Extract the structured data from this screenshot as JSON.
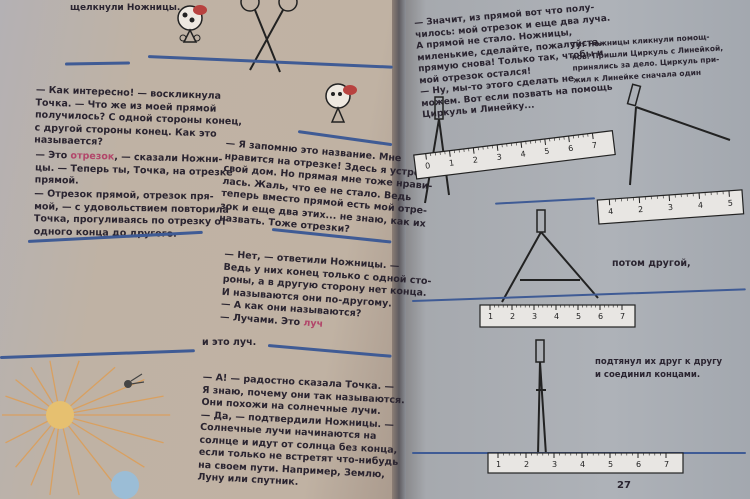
{
  "left_page": {
    "top_caption": "щелкнули Ножницы.",
    "paragraph_1": "— Как интересно! — воскликнула\nТочка. — Что же из моей прямой\nполучилось? С одной стороны конец,\nс другой стороны конец. Как это\nназывается?",
    "paragraph_2_before": "— Это ",
    "paragraph_2_term": "отрезок",
    "paragraph_2_after": ", — сказали Ножни-\nцы. — Теперь ты, Точка, на отрезке\nпрямой.",
    "paragraph_3": "— Отрезок прямой, отрезок пря-\nмой, — с удовольствием повторила\nТочка, прогуливаясь по отрезку от\nодного конца до другого.",
    "paragraph_4": "— Я запомню это название. Мне\nнравится на отрезке! Здесь я устрою\nсвой дом. Но прямая мне тоже нрави-\nлась. Жаль, что ее не стало. Ведь\nтеперь вместо прямой есть мой отре-\nзок и еще два этих... не знаю, как их\nназвать. Тоже отрезки?",
    "paragraph_5": "— Нет, — ответили Ножницы. —\nВедь у них конец только с одной сто-\nроны, а в другую сторону нет конца.\nИ называются они по-другому.\n— А как они называются?",
    "paragraph_6_before": "— Лучами. Это ",
    "paragraph_6_term": "луч",
    "ray_caption": "и это луч.",
    "paragraph_7": "— А! — радостно сказала Точка. —\nЯ знаю, почему они так называются.\nОни похожи на солнечные лучи.\n— Да, — подтвердили Ножницы. —\nСолнечные лучи начинаются на\nсолнце и идут от солнца без конца,\nесли только не встретят что-нибудь\nна своем пути. Например, Землю,\nЛуну или спутник."
  },
  "right_page": {
    "paragraph_1": "— Значит, из прямой вот что полу-\nчилось: мой отрезок и еще два луча.\nА прямой не стало. Ножницы,\nмиленькие, сделайте, пожалуйста,\nпрямую снова! Только так, чтобы и\nмой отрезок остался!\n— Ну, мы-то этого сделать не\nможем. Вот если позвать на помощь\nЦиркуль и Линейку...",
    "paragraph_2": "Тут Ножницы кликнули помощ-\nков. Пришли Циркуль с Линейкой,\nпринялись за дело. Циркуль при-\nжил к Линейке сначала один",
    "caption_1": "потом другой,",
    "caption_2": "подтянул их друг к другу\nи соединил концами.",
    "page_number": "27",
    "ruler_top_ticks": [
      "0",
      "1",
      "2",
      "3",
      "4",
      "5",
      "6",
      "7"
    ],
    "ruler_right_ticks": [
      "4",
      "2",
      "3",
      "4",
      "5"
    ],
    "ruler_mid_ticks": [
      "1",
      "2",
      "3",
      "4",
      "5",
      "6",
      "7"
    ]
  },
  "colors": {
    "line_blue": "#3f5b95",
    "term_red": "#b2466a",
    "beret_red": "#b8423f"
  }
}
